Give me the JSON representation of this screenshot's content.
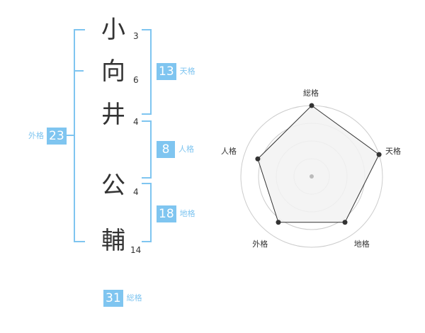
{
  "colors": {
    "accent": "#7fc5f0",
    "text": "#333333",
    "radar_fill": "#f2f2f2",
    "ring": "#cccccc"
  },
  "name": {
    "chars": [
      {
        "char": "小",
        "strokes": "3"
      },
      {
        "char": "向",
        "strokes": "6"
      },
      {
        "char": "井",
        "strokes": "4"
      },
      {
        "char": "公",
        "strokes": "4"
      },
      {
        "char": "輔",
        "strokes": "14"
      }
    ]
  },
  "scores": {
    "tenkaku": {
      "value": "13",
      "label": "天格"
    },
    "jinkaku": {
      "value": "8",
      "label": "人格"
    },
    "chikaku": {
      "value": "18",
      "label": "地格"
    },
    "gaikaku": {
      "value": "23",
      "label": "外格"
    },
    "soukaku": {
      "value": "31",
      "label": "総格"
    }
  },
  "chart_data": {
    "type": "radar",
    "axes": [
      "総格",
      "天格",
      "地格",
      "外格",
      "人格"
    ],
    "values": [
      1.0,
      1.0,
      0.8,
      0.8,
      0.8
    ],
    "range": [
      0,
      1
    ],
    "rings": 4,
    "grid": true
  }
}
